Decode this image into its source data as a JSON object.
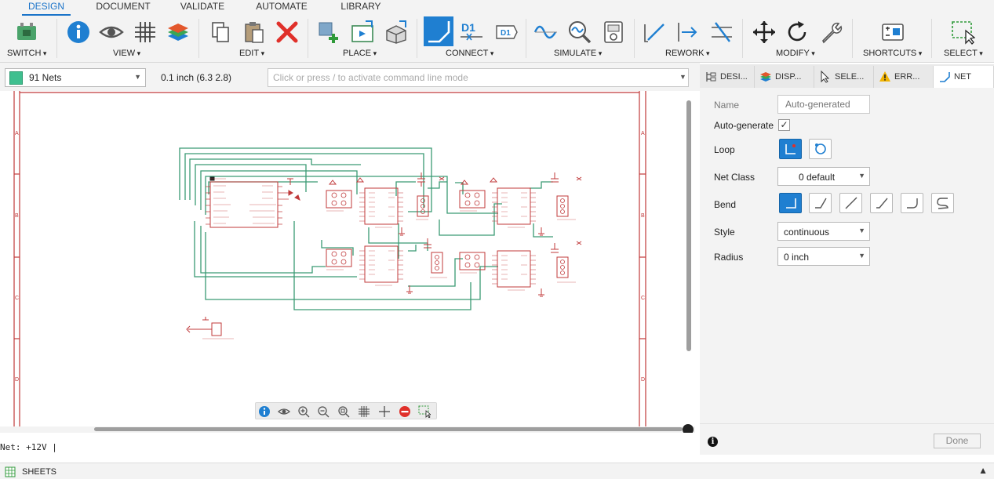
{
  "tabs": [
    {
      "label": "DESIGN",
      "active": true
    },
    {
      "label": "DOCUMENT",
      "active": false
    },
    {
      "label": "VALIDATE",
      "active": false
    },
    {
      "label": "AUTOMATE",
      "active": false
    },
    {
      "label": "LIBRARY",
      "active": false
    }
  ],
  "toolbar": {
    "groups": [
      {
        "label": "SWITCH",
        "icons": [
          "board-switch-icon"
        ]
      },
      {
        "label": "VIEW",
        "icons": [
          "info-icon",
          "eye-icon",
          "grid-icon",
          "layers-icon"
        ]
      },
      {
        "label": "EDIT",
        "icons": [
          "copy-icon",
          "paste-icon",
          "delete-icon"
        ]
      },
      {
        "label": "PLACE",
        "icons": [
          "add-part-icon",
          "place-symbol-icon",
          "place-3d-icon"
        ]
      },
      {
        "label": "CONNECT",
        "icons": [
          "net-icon",
          "name-icon",
          "label-icon"
        ]
      },
      {
        "label": "SIMULATE",
        "icons": [
          "waveform-icon",
          "probe-icon",
          "meter-icon"
        ]
      },
      {
        "label": "REWORK",
        "icons": [
          "split-icon",
          "arrow-icon",
          "miter-icon"
        ]
      },
      {
        "label": "MODIFY",
        "icons": [
          "move-icon",
          "rotate-icon",
          "wrench-icon"
        ]
      },
      {
        "label": "SHORTCUTS",
        "icons": [
          "shortcuts-icon"
        ]
      },
      {
        "label": "SELECT",
        "icons": [
          "select-icon"
        ]
      }
    ],
    "connect_d1_text": "D1"
  },
  "cmdrow": {
    "net_select_label": "91 Nets",
    "net_color": "#3fbf8f",
    "grid_readout": "0.1 inch (6.3 2.8)",
    "command_placeholder": "Click or press / to activate command line mode"
  },
  "panel_tabs": [
    {
      "label": "DESI...",
      "icon": "tree-icon",
      "active": false
    },
    {
      "label": "DISP...",
      "icon": "layers-icon",
      "active": false
    },
    {
      "label": "SELE...",
      "icon": "cursor-icon",
      "active": false
    },
    {
      "label": "ERR...",
      "icon": "warning-icon",
      "active": false
    },
    {
      "label": "NET",
      "icon": "net-wire-icon",
      "active": true
    }
  ],
  "props": {
    "name_label": "Name",
    "name_placeholder": "Auto-generated",
    "autogen_label": "Auto-generate",
    "autogen_checked": "✓",
    "loop_label": "Loop",
    "netclass_label": "Net Class",
    "netclass_value": "0 default",
    "bend_label": "Bend",
    "style_label": "Style",
    "style_value": "continuous",
    "radius_label": "Radius",
    "radius_value": "0 inch",
    "done_label": "Done",
    "info_glyph": "i"
  },
  "schematic": {
    "frame_rows": [
      "A",
      "B",
      "C",
      "D"
    ],
    "wire_color": "#3a9a74",
    "part_color": "#c0393a"
  },
  "status": {
    "text": "Net: +12V |"
  },
  "sheets": {
    "label": "SHEETS",
    "expand": "▲"
  }
}
